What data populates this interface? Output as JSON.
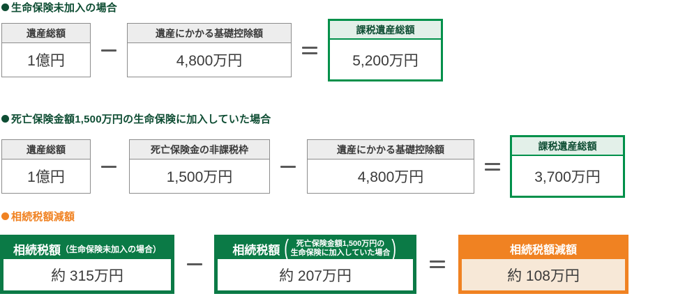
{
  "sections": [
    {
      "id": "no-life-insurance",
      "heading": "●生命保険未加入の場合",
      "heading_color": "#0e4d33",
      "bullet_icon": "bullet-dot-icon",
      "items": [
        {
          "kind": "card",
          "head": "遺産総額",
          "value": "1億円"
        },
        {
          "kind": "op",
          "op": "minus",
          "icon": "minus-icon"
        },
        {
          "kind": "card",
          "head": "遺産にかかる基礎控除額",
          "value": "4,800万円"
        },
        {
          "kind": "op",
          "op": "equals",
          "icon": "equals-icon"
        },
        {
          "kind": "result-green",
          "head": "課税遺産総額",
          "value": "5,200万円"
        }
      ]
    },
    {
      "id": "with-life-insurance",
      "heading": "●死亡保険金額1,500万円の生命保険に加入していた場合",
      "heading_color": "#0e4d33",
      "bullet_icon": "bullet-dot-icon",
      "items": [
        {
          "kind": "card",
          "head": "遺産総額",
          "value": "1億円"
        },
        {
          "kind": "op",
          "op": "minus",
          "icon": "minus-icon"
        },
        {
          "kind": "card",
          "head": "死亡保険金の非課税枠",
          "value": "1,500万円"
        },
        {
          "kind": "op",
          "op": "minus",
          "icon": "minus-icon"
        },
        {
          "kind": "card",
          "head": "遺産にかかる基礎控除額",
          "value": "4,800万円"
        },
        {
          "kind": "op",
          "op": "equals",
          "icon": "equals-icon"
        },
        {
          "kind": "result-green",
          "head": "課税遺産総額",
          "value": "3,700万円"
        }
      ]
    },
    {
      "id": "tax-reduction",
      "heading": "●相続税額減額",
      "heading_color": "#f08222",
      "bullet_icon": "bullet-dot-icon",
      "items": [
        {
          "kind": "card-dark-green",
          "head": "相続税額",
          "head_note": "（生命保険未加入の場合）",
          "value": "約 315万円"
        },
        {
          "kind": "op",
          "op": "minus",
          "icon": "minus-icon"
        },
        {
          "kind": "card-dark-green",
          "head": "相続税額",
          "paren_line1": "死亡保険金額1,500万円の",
          "paren_line2": "生命保険に加入していた場合",
          "value": "約 207万円"
        },
        {
          "kind": "op",
          "op": "equals",
          "icon": "equals-icon"
        },
        {
          "kind": "result-orange",
          "head": "相続税額減額",
          "value": "約 108万円"
        }
      ]
    }
  ],
  "colors": {
    "green_dark": "#0e4d33",
    "green_accent": "#00904a",
    "green_header": "#0b7a46",
    "green_tint": "#e3f0e9",
    "orange": "#f08222",
    "orange_tint": "#f7e8d7",
    "grey_header": "#ededed",
    "grey_border": "#8c8c8c",
    "text": "#3a3a3a"
  }
}
